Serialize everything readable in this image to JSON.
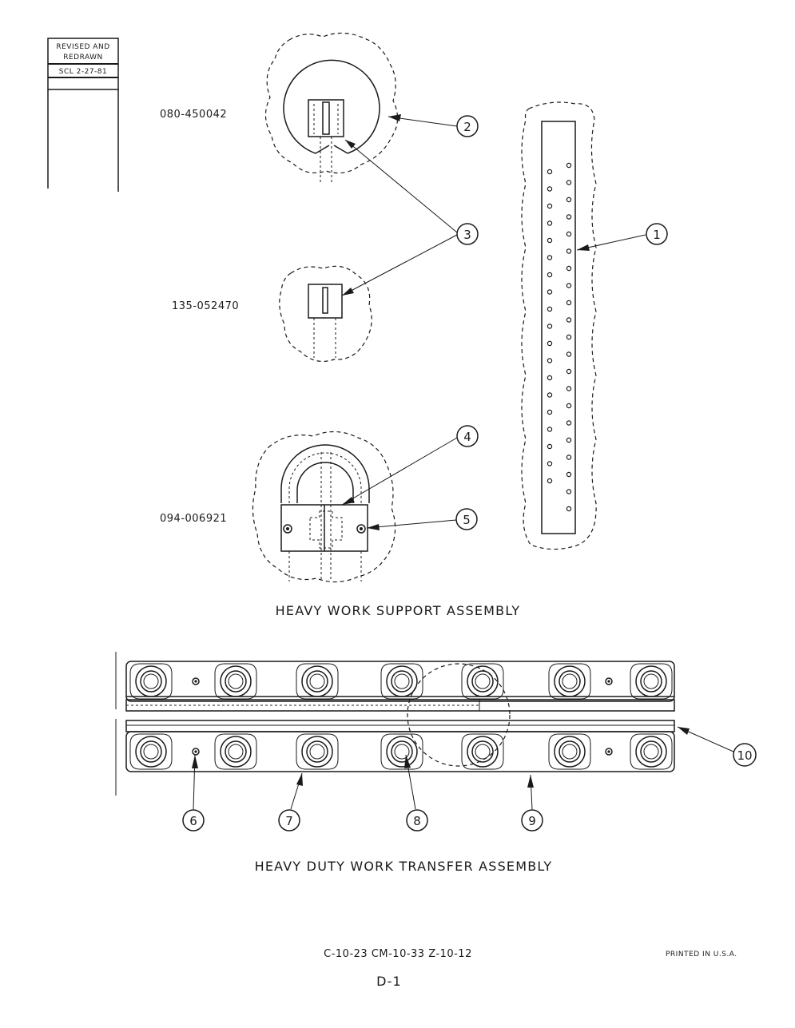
{
  "revision_box": {
    "line1": "REVISED  AND",
    "line2": "REDRAWN",
    "line3": "SCL  2-27-81"
  },
  "parts": {
    "p1": "080-450042",
    "p2": "135-052470",
    "p3": "094-006921"
  },
  "callouts": [
    "1",
    "2",
    "3",
    "4",
    "5",
    "6",
    "7",
    "8",
    "9",
    "10"
  ],
  "titles": {
    "support": "HEAVY  WORK  SUPPORT  ASSEMBLY",
    "transfer": "HEAVY  DUTY  WORK  TRANSFER  ASSEMBLY"
  },
  "footer": {
    "codes": "C-10-23    CM-10-33    Z-10-12",
    "printed": "PRINTED  IN  U.S.A.",
    "page": "D-1"
  }
}
